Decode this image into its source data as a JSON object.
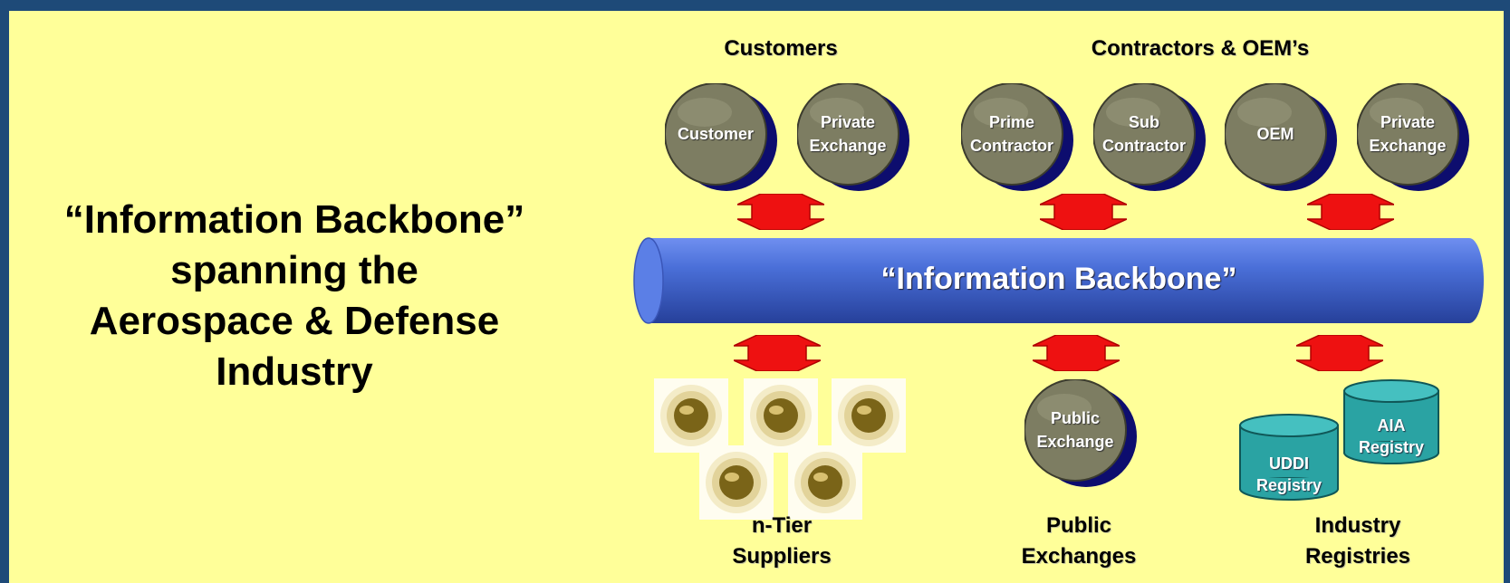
{
  "title_lines": [
    "“Information Backbone”",
    "spanning the",
    "Aerospace & Defense",
    "Industry"
  ],
  "groups": {
    "customers": "Customers",
    "contractors": "Contractors & OEM’s",
    "suppliers": [
      "n-Tier",
      "Suppliers"
    ],
    "public_exchanges": [
      "Public",
      "Exchanges"
    ],
    "registries": [
      "Industry",
      "Registries"
    ]
  },
  "nodes": {
    "customer": [
      "Customer"
    ],
    "private_exchange_1": [
      "Private",
      "Exchange"
    ],
    "prime_contractor": [
      "Prime",
      "Contractor"
    ],
    "sub_contractor": [
      "Sub",
      "Contractor"
    ],
    "oem": [
      "OEM"
    ],
    "private_exchange_2": [
      "Private",
      "Exchange"
    ],
    "public_exchange": [
      "Public",
      "Exchange"
    ]
  },
  "backbone_label": "“Information Backbone”",
  "registries": {
    "uddi": [
      "UDDI",
      "Registry"
    ],
    "aia": [
      "AIA",
      "Registry"
    ]
  },
  "colors": {
    "background": "#ffff99",
    "frame": "#1e4a78",
    "backbone": "#4a6fd8",
    "arrow": "#ee1111",
    "sphere": "#7d7d62",
    "sphere_shadow": "#0d0d6e",
    "cylinder": "#2aa3a3"
  }
}
